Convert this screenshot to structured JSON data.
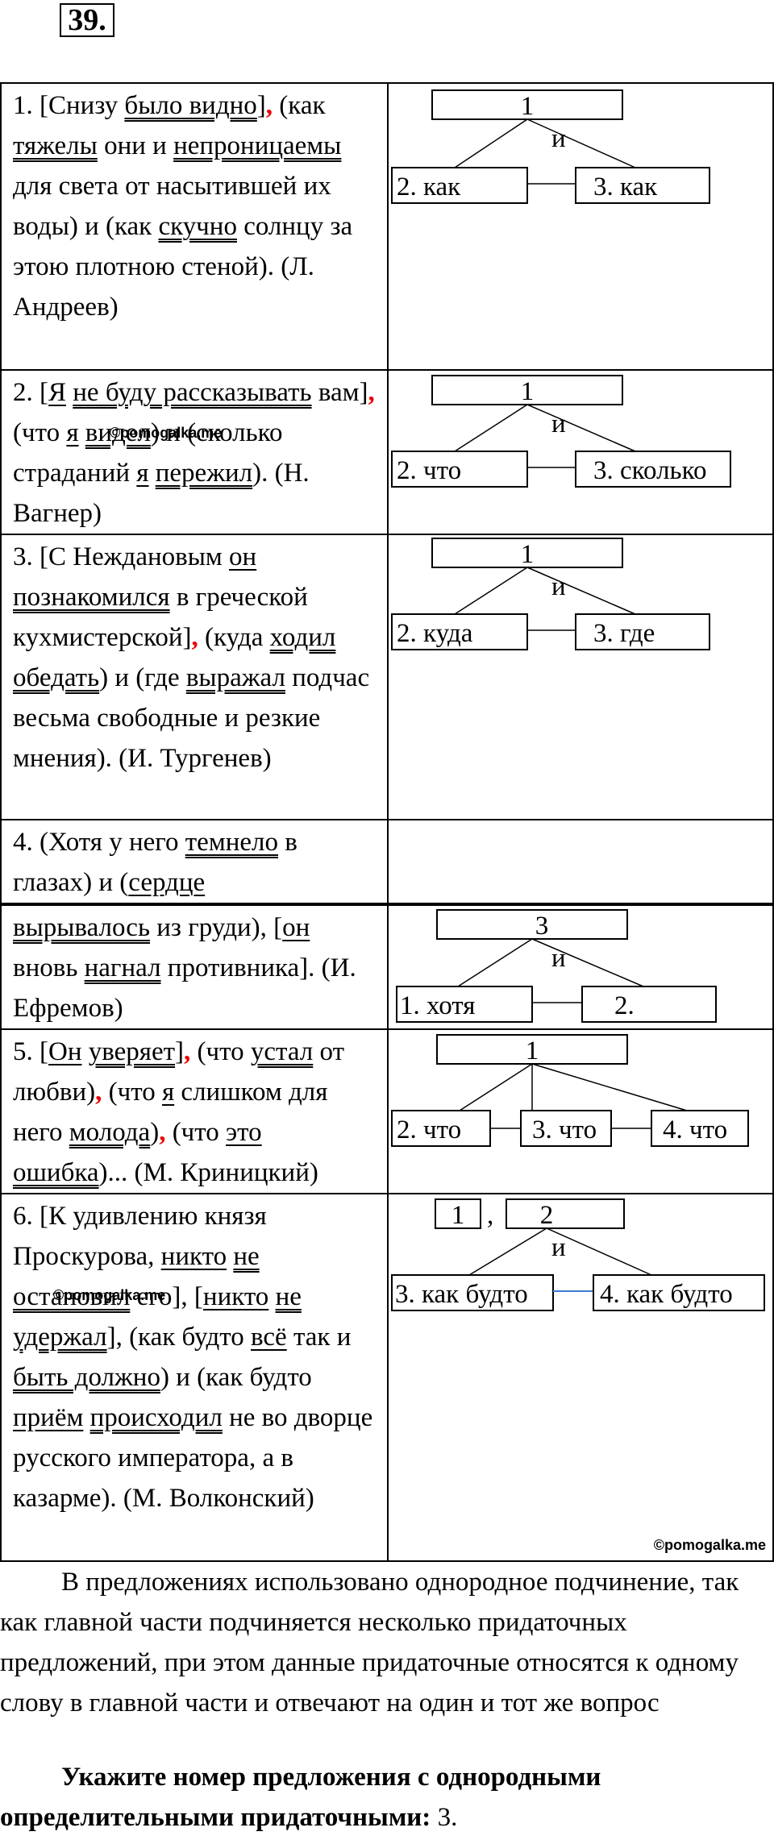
{
  "task_number": "39.",
  "rows": [
    {
      "id": "r1",
      "diagram": {
        "main": "1",
        "link": "и",
        "subs": [
          "2. как",
          "3. как"
        ]
      }
    },
    {
      "id": "r2",
      "diagram": {
        "main": "1",
        "link": "и",
        "subs": [
          "2. что",
          "3. сколько"
        ]
      }
    },
    {
      "id": "r3",
      "diagram": {
        "main": "1",
        "link": "и",
        "subs": [
          "2. куда",
          "3. где"
        ]
      }
    },
    {
      "id": "r4a",
      "diagram": null
    },
    {
      "id": "r4b",
      "diagram": {
        "main": "3",
        "link": "и",
        "subs": [
          "1. хотя",
          "2."
        ]
      }
    },
    {
      "id": "r5",
      "diagram": {
        "main": "1",
        "subs": [
          "2. что",
          "3. что",
          "4. что"
        ]
      }
    },
    {
      "id": "r6",
      "diagram": {
        "main_left": "1",
        "comma": ",",
        "main": "2",
        "link": "и",
        "subs": [
          "3. как будто",
          "4. как будто"
        ]
      }
    }
  ],
  "text": {
    "r1": [
      "1. [Снизу ",
      "было видно",
      "]",
      ",",
      " (как ",
      "тяжелы",
      " они и ",
      "непроницаемы",
      " для света от насытившей их воды) и (как ",
      "скучно",
      " солнцу за этою плотною стеной). (Л. Андреев)"
    ],
    "r2": [
      "2. [",
      "Я",
      " ",
      "не буду рассказывать",
      " вам]",
      ",",
      " (что ",
      "я",
      " ",
      "видел",
      ") и (сколько страданий ",
      "я",
      " ",
      "пережил",
      "). (Н. Вагнер)"
    ],
    "r3": [
      "3. [С Неждановым ",
      "он",
      " ",
      "познакомился",
      " в греческой кухмистерской]",
      ",",
      " (куда ",
      "ходил обедать",
      ") и (где ",
      "выражал",
      " подчас весьма свободные и резкие мнения). (И. Тургенев)"
    ],
    "r4a": [
      "4. (Хотя у него ",
      "темнело",
      " в глазах) и (",
      "сердце"
    ],
    "r4b": [
      "вырывалось",
      " из груди), [",
      "он",
      " вновь ",
      "нагнал",
      " противника]. (И. Ефремов)"
    ],
    "r5": [
      "5. [",
      "Он",
      " ",
      "уверяет",
      "]",
      ",",
      " (что ",
      "устал",
      " от любви)",
      ",",
      " (что ",
      "я",
      " слишком для него ",
      "молода",
      ")",
      ",",
      " (что ",
      "это",
      " ",
      "ошибка",
      ")... (М. Криницкий)"
    ],
    "r6": [
      "6. [К удивлению князя Проскурова, ",
      "никто",
      " ",
      "не",
      " ",
      "остановил",
      " его], [",
      "никто",
      " ",
      "не",
      " ",
      "удержал",
      "], (как будто ",
      "всё",
      " так и ",
      "быть должно",
      ") и (как будто ",
      "приём",
      " ",
      "происходил",
      " не во дворце русского императора, а в казарме). (М. Волконский)"
    ]
  },
  "watermark": "©pomogalka.me",
  "conclusion": "В предложениях использовано однородное подчинение, так как главной части подчиняется несколько придаточных предложений, при этом данные придаточные относятся к одному слову в главной части и отвечают на один и тот же вопрос",
  "question": {
    "label": "Укажите номер предложения с однородными определительными придаточными:",
    "answer": " 3."
  }
}
